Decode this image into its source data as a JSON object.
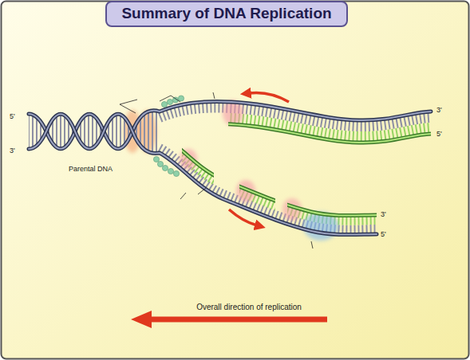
{
  "diagram": {
    "title": "Summary of DNA Replication",
    "labels": [
      "5'",
      "3'",
      "Parental DNA",
      "3'",
      "5'",
      "3'",
      "5'",
      "Overall direction of replication"
    ]
  }
}
